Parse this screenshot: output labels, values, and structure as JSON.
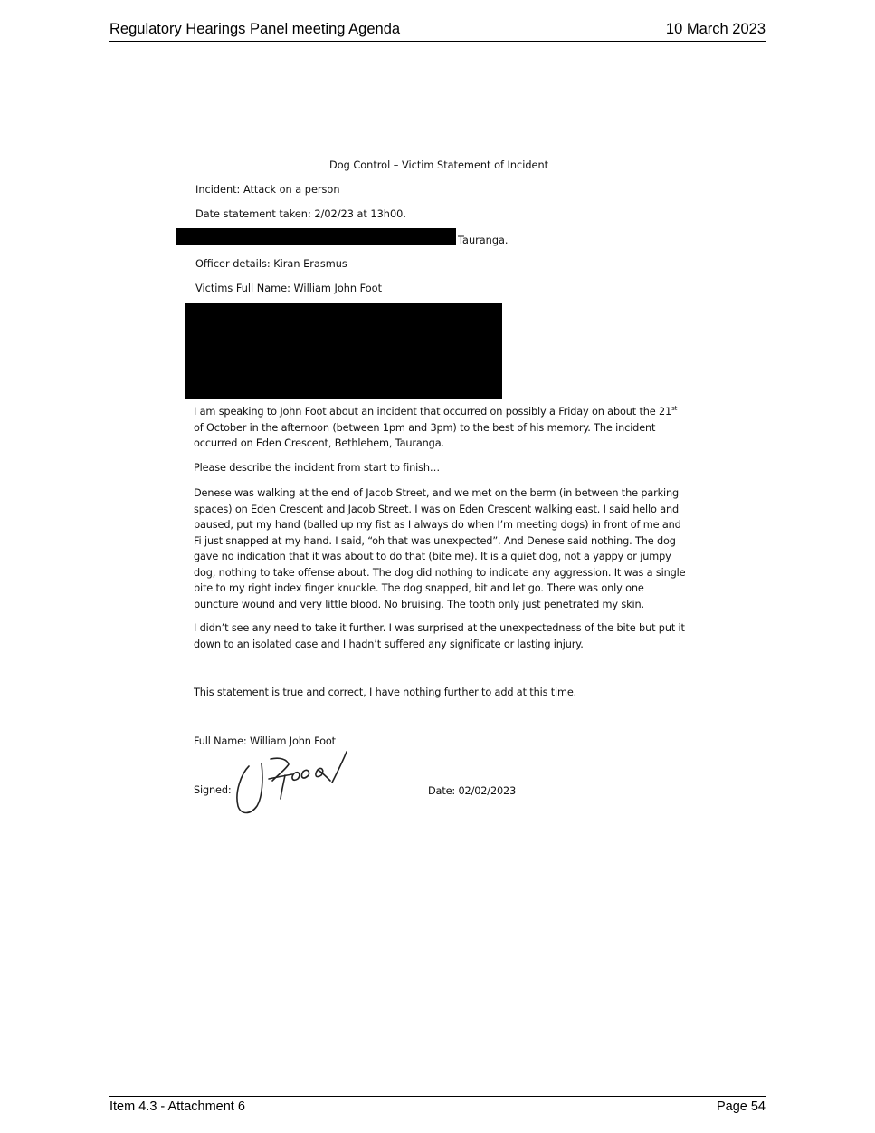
{
  "header": {
    "title": "Regulatory Hearings Panel meeting Agenda",
    "date": "10 March 2023"
  },
  "statement": {
    "heading": "Dog Control – Victim Statement of Incident",
    "incident": "Incident:  Attack on a person",
    "date_taken": "Date statement taken: 2/02/23 at 13h00.",
    "location_suffix": "Tauranga.",
    "officer": "Officer details: Kiran Erasmus",
    "victim": "Victims Full Name: William John Foot",
    "intro_a": "I am speaking to John Foot about an incident that occurred on possibly a Friday on about the 21",
    "intro_sup": "st",
    "intro_b": " of October in the afternoon (between 1pm and 3pm) to the best of his memory. The incident occurred on Eden Crescent, Bethlehem, Tauranga.",
    "prompt": "Please describe the incident from start to finish…",
    "account": "Denese was walking at the end of Jacob Street, and we met on the berm (in between the parking spaces) on Eden Crescent and Jacob Street. I was on Eden Crescent walking east. I said hello and paused, put my hand (balled up my fist as I always do when I’m meeting dogs) in front of me and Fi just snapped at my hand. I said, “oh that was unexpected”. And Denese said nothing. The dog gave no indication that it was about to do that (bite me).  It is a quiet dog, not a yappy or jumpy dog, nothing to take offense about. The dog did nothing to indicate any aggression.  It was a single bite to my right index finger knuckle. The dog snapped, bit and let go. There was only one puncture wound and very little blood. No bruising. The tooth only just penetrated my skin.",
    "follow_up": "I didn’t see any need to take it further. I was surprised at the unexpectedness of the bite but put it down to an isolated case and I hadn’t suffered any significate or lasting injury.",
    "declaration": "This statement is true and correct, I have nothing further to add at this time.",
    "full_name": "Full Name:  William John Foot",
    "signed_label": "Signed:",
    "signature_text": "J Foot",
    "date_signed": "Date:  02/02/2023"
  },
  "footer": {
    "item": "Item 4.3 - Attachment 6",
    "page": "Page 54"
  }
}
